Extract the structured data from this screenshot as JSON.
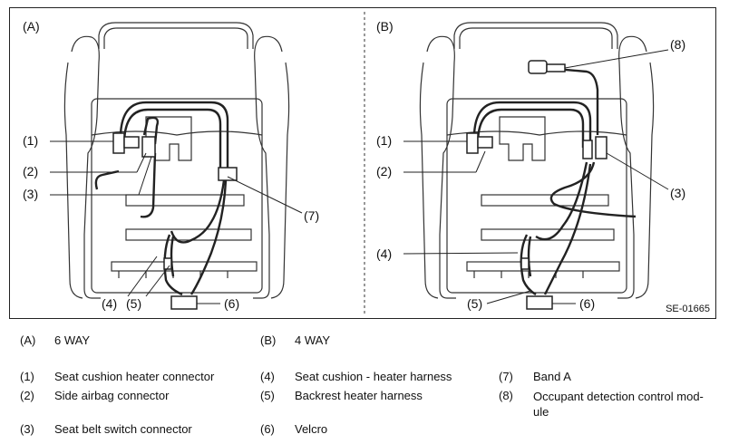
{
  "figure": {
    "panels": [
      {
        "id": "A",
        "label": "(A)"
      },
      {
        "id": "B",
        "label": "(B)"
      }
    ],
    "callouts_a": [
      "(1)",
      "(2)",
      "(3)",
      "(4)",
      "(5)",
      "(6)",
      "(7)"
    ],
    "callouts_b": [
      "(8)",
      "(1)",
      "(2)",
      "(3)",
      "(4)",
      "(5)",
      "(6)"
    ],
    "code": "SE-01665"
  },
  "legend": {
    "a": {
      "num": "(A)",
      "text": "6 WAY"
    },
    "b": {
      "num": "(B)",
      "text": "4 WAY"
    },
    "items": [
      {
        "num": "(1)",
        "text": "Seat cushion heater connector"
      },
      {
        "num": "(2)",
        "text": "Side airbag connector"
      },
      {
        "num": "(3)",
        "text": "Seat belt switch connector"
      },
      {
        "num": "(4)",
        "text": "Seat cushion - heater harness"
      },
      {
        "num": "(5)",
        "text": "Backrest heater harness"
      },
      {
        "num": "(6)",
        "text": "Velcro"
      },
      {
        "num": "(7)",
        "text": "Band A"
      },
      {
        "num": "(8)",
        "text": "Occupant detection control mod-ule"
      }
    ]
  }
}
